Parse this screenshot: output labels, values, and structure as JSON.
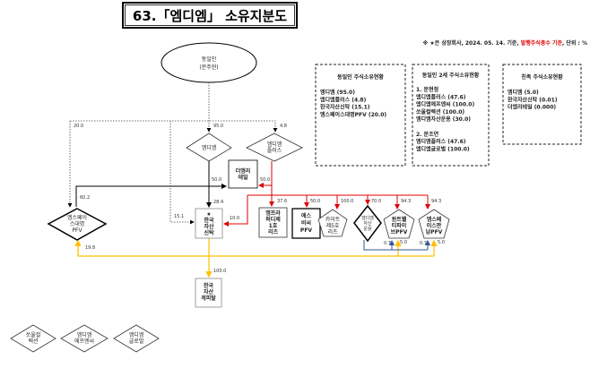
{
  "title": "63.「엠디엠」 소유지분도",
  "note": {
    "prefix": "※ ★은 상장회사,  2024. 05. 14. 기준, ",
    "highlight": "발행주식총수 기준",
    "suffix": ", 단위 : %"
  },
  "colors": {
    "red": "#E00000",
    "orange": "#FFC000",
    "blue": "#2F5597",
    "black": "#000000"
  },
  "owner": {
    "line1": "동일인",
    "line2": "(문주현)"
  },
  "nodes": {
    "mdm": "엠디엠",
    "mdmplus": [
      "엠디엠",
      "플러스"
    ],
    "theretail": [
      "더엠리",
      "테일"
    ],
    "mspace_pfv": [
      "엠스페이",
      "스대명",
      "PFV"
    ],
    "kat": [
      "★",
      "한국",
      "자산",
      "신탁"
    ],
    "mpra": [
      "엠프라",
      "퍼디제",
      "1호",
      "리츠"
    ],
    "sbc": [
      "에스",
      "비씨",
      "PFV"
    ],
    "kite": [
      "카이트",
      "제5호",
      "리츠"
    ],
    "mdm_am": [
      "엠디엠",
      "자산",
      "운용"
    ],
    "wintwell": [
      "윈트웰",
      "티파이",
      "브PFV"
    ],
    "mspace_pangyo": [
      "엠스페",
      "이스판",
      "남PFV"
    ],
    "kacap": [
      "한국",
      "자산",
      "캐피탈"
    ],
    "sollcollection": [
      "쏘울컬",
      "렉션"
    ],
    "mdmfnc": [
      "엠디엠",
      "에프엔씨"
    ],
    "mdmglobal": [
      "엠디엠",
      "글로벌"
    ]
  },
  "edges": {
    "owner_mdm": "95.0",
    "owner_mdmplus": "4.8",
    "owner_mspace": "20.0",
    "owner_kat": "15.1",
    "mdm_theretail": "50.0",
    "mdm_kat": "28.4",
    "mdm_mspace": "60.2",
    "mdmplus_theretail": "50.0",
    "mdmplus_kat": "10.0",
    "mdmplus_mpra": "37.6",
    "mdmplus_sbc": "50.0",
    "mdmplus_kite": "100.0",
    "mdmplus_mdmam": "70.0",
    "mdmplus_wintwell": "94.3",
    "mdmplus_pangyo": "94.3",
    "kat_mspace": "19.8",
    "kat_kacap": "100.0",
    "kat_wintwell": "5.0",
    "kat_pangyo": "5.0",
    "am_wintwell": "0.7",
    "am_pangyo": "0.7"
  },
  "panels": [
    {
      "heading": "동일인 주식소유현황",
      "lines": [
        "엠디엠 (95.0)",
        "엠디엠플러스 (4.8)",
        "한국자산신탁 (15.1)",
        "엠스페이스대명PFV (20.0)"
      ]
    },
    {
      "heading": "동일인 2세 주식소유현황",
      "lines": [
        "1. 문현정",
        "엠디엠플러스 (47.6)",
        "엠디엠에프엔씨 (100.0)",
        "쏘울컬렉션 (100.0)",
        "엠디엠자산운용 (30.0)",
        "",
        "2. 문조연",
        "엠디엠플러스 (47.6)",
        "엠디엠글로벌 (100.0)"
      ]
    },
    {
      "heading": "친족 주식소유현황",
      "lines": [
        "엠디엠 (5.0)",
        "한국자산신탁 (0.01)",
        "더엠리테일 (0.000)"
      ]
    }
  ]
}
